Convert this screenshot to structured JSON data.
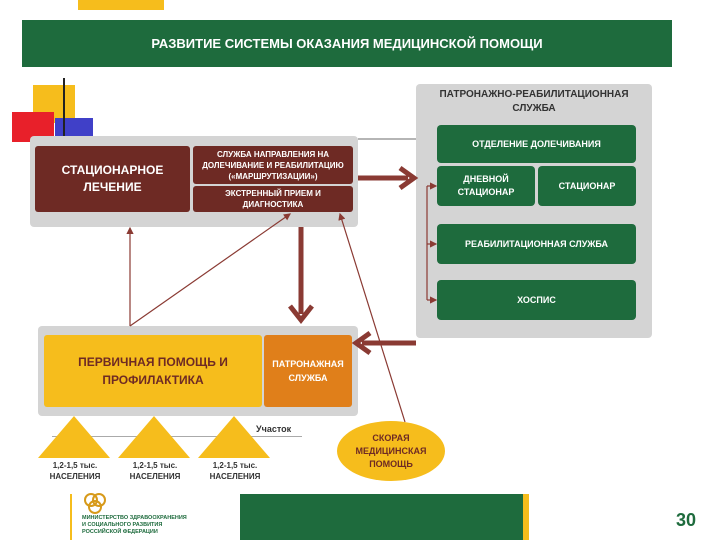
{
  "header": {
    "title": "РАЗВИТИЕ СИСТЕМЫ ОКАЗАНИЯ МЕДИЦИНСКОЙ ПОМОЩИ"
  },
  "inpatient": {
    "title": "СТАЦИОНАРНОЕ ЛЕЧЕНИЕ",
    "routing_service": "СЛУЖБА НАПРАВЛЕНИЯ НА ДОЛЕЧИВАНИЕ И РЕАБИЛИТАЦИЮ («МАРШРУТИЗАЦИИ»)",
    "emergency": "ЭКСТРЕННЫЙ ПРИЕМ И ДИАГНОСТИКА"
  },
  "rehab": {
    "title": "ПАТРОНАЖНО-РЕАБИЛИТАЦИОННАЯ СЛУЖБА",
    "items": {
      "aftercare": "ОТДЕЛЕНИЕ ДОЛЕЧИВАНИЯ",
      "day_hospital": "ДНЕВНОЙ СТАЦИОНАР",
      "hospital": "СТАЦИОНАР",
      "rehab_service": "РЕАБИЛИТАЦИОННАЯ СЛУЖБА",
      "hospice": "ХОСПИС"
    }
  },
  "primary": {
    "title": "ПЕРВИЧНАЯ ПОМОЩЬ И ПРОФИЛАКТИКА",
    "patronage": "ПАТРОНАЖНАЯ СЛУЖБА"
  },
  "district": {
    "label": "Участок",
    "population": [
      "1,2-1,5 тыс. НАСЕЛЕНИЯ",
      "1,2-1,5 тыс. НАСЕЛЕНИЯ",
      "1,2-1,5 тыс. НАСЕЛЕНИЯ"
    ]
  },
  "ambulance": {
    "label": "СКОРАЯ МЕДИЦИНСКАЯ ПОМОЩЬ"
  },
  "footer": {
    "ministry": "МИНИСТЕРСТВО ЗДРАВООХРАНЕНИЯ И СОЦИАЛЬНОГО РАЗВИТИЯ РОССИЙСКОЙ ФЕДЕРАЦИИ",
    "page_number": "30"
  },
  "colors": {
    "green": "#1e6b3d",
    "maroon": "#6e2a24",
    "yellow": "#f6bd1c",
    "orange": "#e07f1a",
    "gray": "#d4d4d4"
  }
}
